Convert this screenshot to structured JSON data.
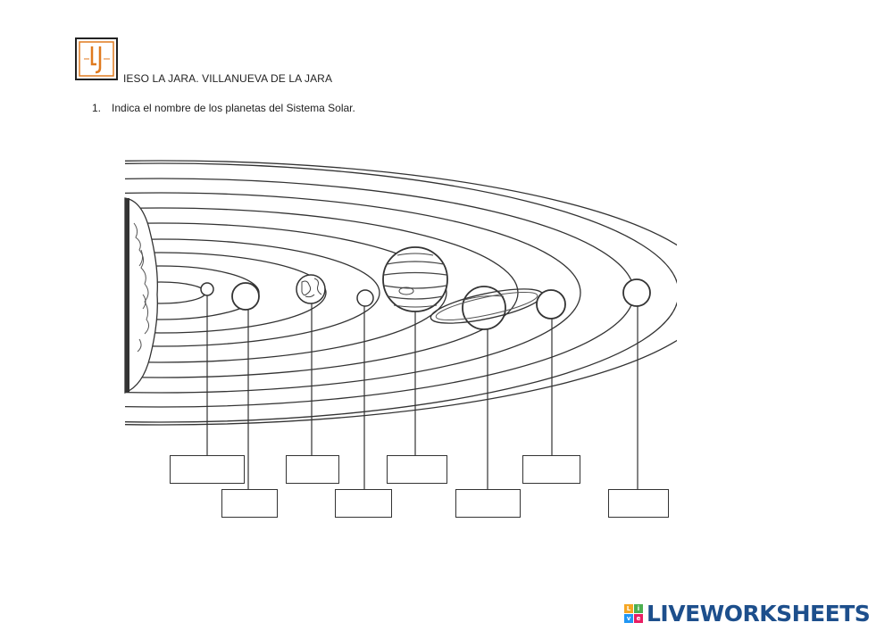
{
  "header": {
    "logo_icon": "ieso-la-jara-logo",
    "logo_color": "#e07a1f",
    "school_name": "IESO LA JARA. VILLANUEVA DE LA JARA"
  },
  "instruction": {
    "number": "1.",
    "text": "Indica el nombre de los planetas del Sistema Solar."
  },
  "answers": [
    "",
    "",
    "",
    "",
    "",
    "",
    "",
    ""
  ],
  "brand": {
    "text": "LIVEWORKSHEETS",
    "icon_letters": [
      "L",
      "i",
      "v",
      "e"
    ],
    "icon_colors": [
      "#f5a623",
      "#4caf50",
      "#2196f3",
      "#e91e63"
    ],
    "text_color": "#1d4f8c"
  }
}
